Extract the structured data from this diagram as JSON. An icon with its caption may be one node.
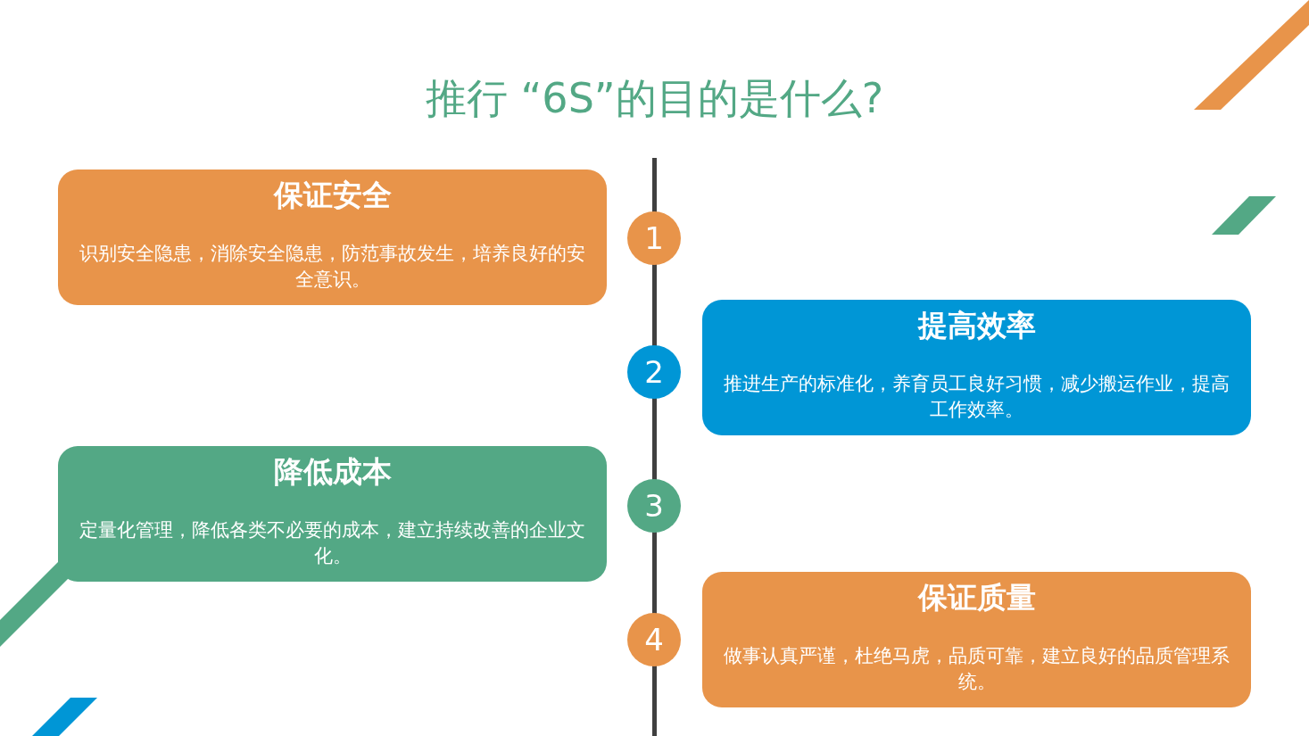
{
  "diagram": {
    "title": "推行 “6S”的目的是什么?",
    "nodes": [
      {
        "text": [
          "保证安全",
          "识别安全隐患，消除安全隐患，防范事故发生，培养良好的安全意识。"
        ]
      },
      {
        "text": [
          "提高效率",
          "推进生产的标准化，养育员工良好习惯，减少搬运作业，提高工作效率。"
        ]
      },
      {
        "text": [
          "降低成本",
          "定量化管理，降低各类不必要的成本，建立持续改善的企业文化。"
        ]
      },
      {
        "text": [
          "保证质量",
          "做事认真严谨，杜绝马虎，品质可靠，建立良好的品质管理系统。"
        ]
      },
      {
        "text": [
          "1"
        ]
      },
      {
        "text": [
          "2"
        ]
      },
      {
        "text": [
          "3"
        ]
      },
      {
        "text": [
          "4"
        ]
      }
    ]
  }
}
